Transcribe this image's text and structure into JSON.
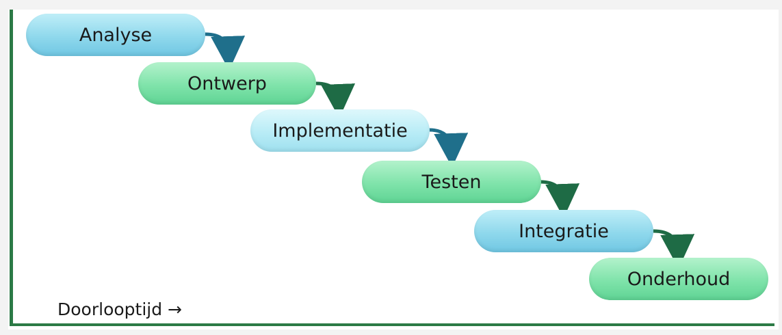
{
  "phases": [
    {
      "label": "Analyse",
      "color": "#8fd8ec"
    },
    {
      "label": "Ontwerp",
      "color": "#7fe3aa"
    },
    {
      "label": "Implementatie",
      "color": "#b8ecf6"
    },
    {
      "label": "Testen",
      "color": "#7fe3aa"
    },
    {
      "label": "Integratie",
      "color": "#8fd8ec"
    },
    {
      "label": "Onderhoud",
      "color": "#7fe3aa"
    }
  ],
  "time_axis_label": "Doorlooptijd →",
  "arrow_colors": {
    "blue": "#1f6f8b",
    "green": "#1e6b45"
  }
}
